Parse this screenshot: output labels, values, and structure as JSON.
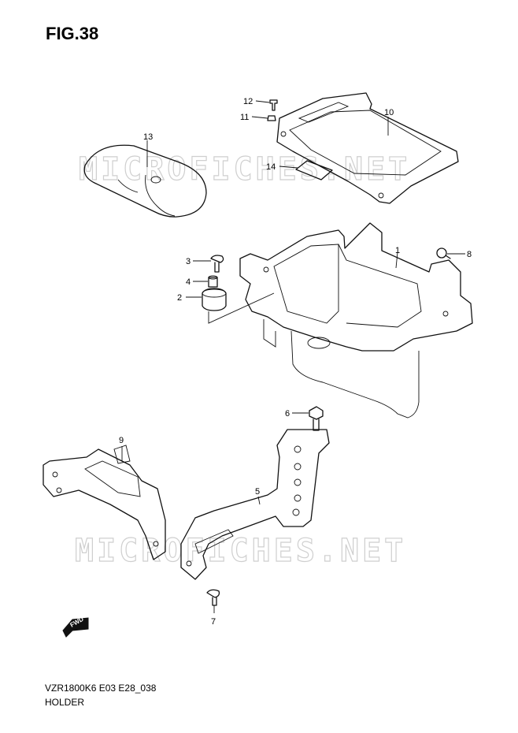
{
  "figure": {
    "title": "FIG.38"
  },
  "watermark": {
    "text": "MICROFICHES.NET"
  },
  "callouts": [
    {
      "id": "13",
      "label": "13"
    },
    {
      "id": "12",
      "label": "12"
    },
    {
      "id": "11",
      "label": "11"
    },
    {
      "id": "10",
      "label": "10"
    },
    {
      "id": "14",
      "label": "14"
    },
    {
      "id": "1",
      "label": "1"
    },
    {
      "id": "8",
      "label": "8"
    },
    {
      "id": "3",
      "label": "3"
    },
    {
      "id": "4",
      "label": "4"
    },
    {
      "id": "2",
      "label": "2"
    },
    {
      "id": "6",
      "label": "6"
    },
    {
      "id": "9",
      "label": "9"
    },
    {
      "id": "5",
      "label": "5"
    },
    {
      "id": "7",
      "label": "7"
    }
  ],
  "fwd_label": "FWD",
  "footer": {
    "code": "VZR1800K6 E03 E28_038",
    "name": "HOLDER"
  }
}
